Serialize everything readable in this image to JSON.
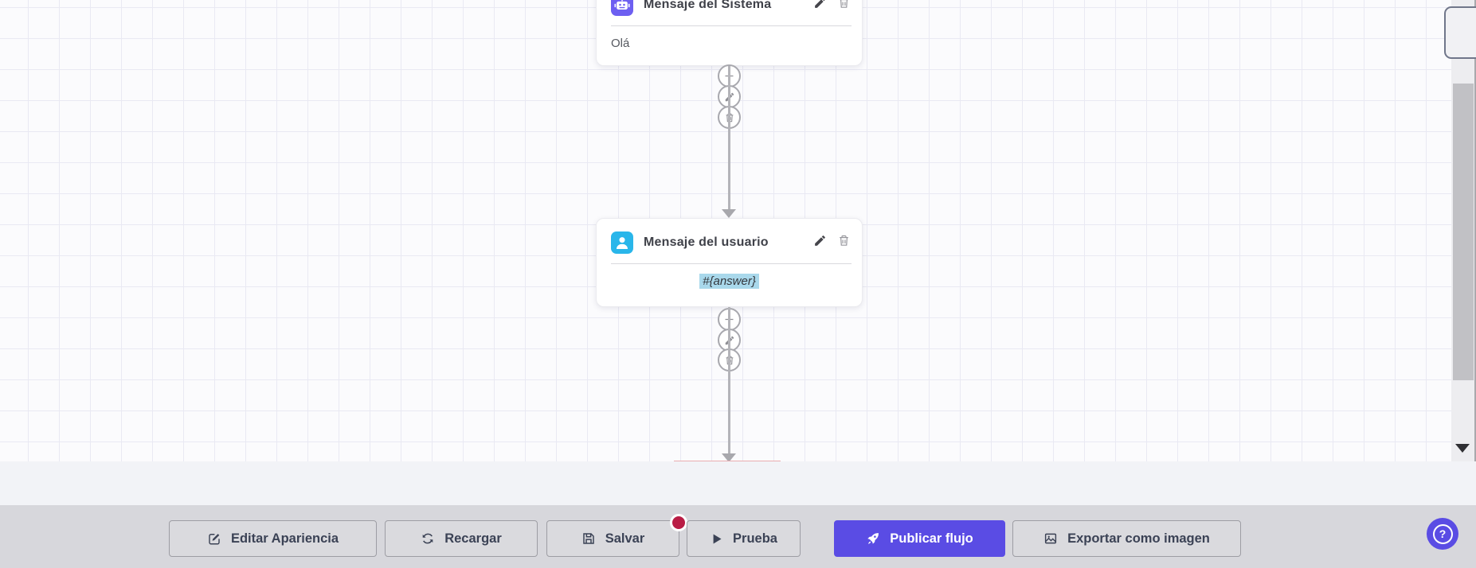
{
  "canvas": {
    "nodes": [
      {
        "id": "system-message",
        "title": "Mensaje del Sistema",
        "body": "Olá",
        "icon": "robot-icon",
        "icon_color": "#6d5ff1",
        "actions": [
          "edit",
          "delete"
        ]
      },
      {
        "id": "user-message",
        "title": "Mensaje del usuario",
        "body": "#{answer}",
        "body_highlighted": true,
        "highlight_color": "#a9d8eb",
        "icon": "user-icon",
        "icon_color": "#29b6ea",
        "actions": [
          "edit",
          "delete"
        ]
      }
    ],
    "node_action_buttons": [
      "add-icon",
      "pencil-icon",
      "trash-icon"
    ],
    "connector_color": "#b4b4b9"
  },
  "toolbar": {
    "buttons": [
      {
        "id": "edit-appearance",
        "label": "Editar Apariencia",
        "icon": "edit-square-icon"
      },
      {
        "id": "reload",
        "label": "Recargar",
        "icon": "refresh-icon"
      },
      {
        "id": "save",
        "label": "Salvar",
        "icon": "save-icon",
        "badge": true,
        "badge_color": "#b91c45"
      },
      {
        "id": "test",
        "label": "Prueba",
        "icon": "play-icon"
      },
      {
        "id": "publish",
        "label": "Publicar flujo",
        "icon": "rocket-icon",
        "primary": true,
        "color": "#5a4ce4"
      },
      {
        "id": "export",
        "label": "Exportar como imagen",
        "icon": "image-icon"
      }
    ]
  },
  "help": {
    "label": "?",
    "icon": "question-icon",
    "color": "#5a4ce4"
  }
}
